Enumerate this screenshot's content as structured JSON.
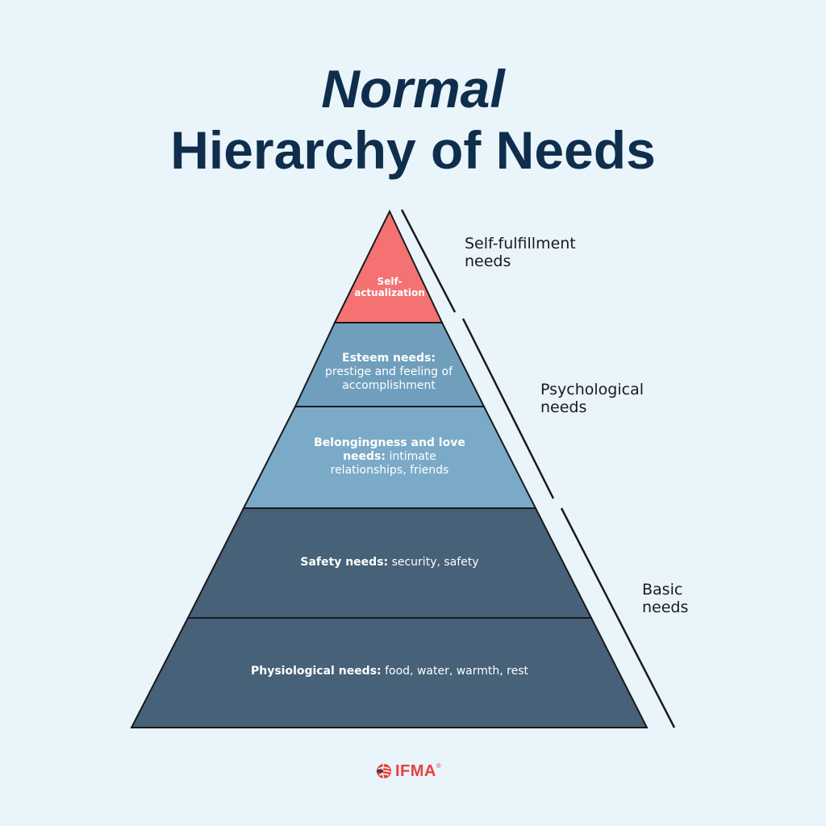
{
  "title": {
    "line1": "Normal",
    "line2": "Hierarchy of Needs"
  },
  "pyramid": {
    "tiers": [
      {
        "id": "self-actualization",
        "bold": "Self-actualization",
        "text": "",
        "color": "#f47272"
      },
      {
        "id": "esteem",
        "bold": "Esteem needs:",
        "text": "prestige and feeling of accomplishment",
        "color": "#6f9fbd"
      },
      {
        "id": "belonging",
        "bold": "Belongingness and love needs:",
        "text": "intimate relationships, friends",
        "color": "#7aaac7"
      },
      {
        "id": "safety",
        "bold": "Safety needs:",
        "text": "security, safety",
        "color": "#466178"
      },
      {
        "id": "physiological",
        "bold": "Physiological needs:",
        "text": "food, water, warmth, rest",
        "color": "#466178"
      }
    ]
  },
  "groups": [
    {
      "id": "self-fulfillment",
      "label": "Self-fulfillment needs"
    },
    {
      "id": "psychological",
      "label": "Psychological needs"
    },
    {
      "id": "basic",
      "label": "Basic needs"
    }
  ],
  "logo": {
    "text": "IFMA",
    "reg": "®",
    "color": "#e8403f"
  },
  "colors": {
    "background": "#e9f4fb",
    "title": "#0f2e4c",
    "outline": "#1a1a1a"
  }
}
